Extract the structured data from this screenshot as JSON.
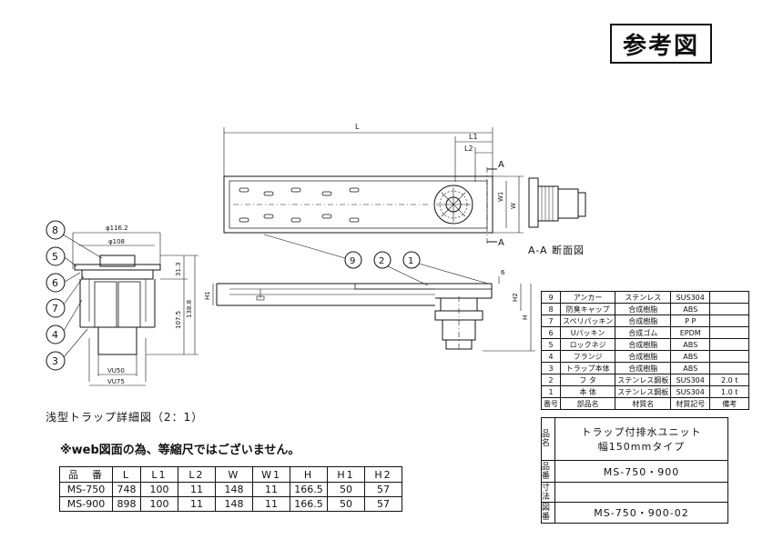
{
  "header": {
    "ref_label": "参考図"
  },
  "section": {
    "label": "A-A 断面図",
    "marker": "A"
  },
  "dims": {
    "L": "L",
    "L1": "L1",
    "L2": "L2",
    "W": "W",
    "W1": "W1",
    "H": "H",
    "H1": "H1",
    "H2": "H2",
    "six": "6",
    "d116": "φ116.2",
    "d108": "φ108",
    "v31": "31.3",
    "v107": "107.5",
    "v138": "138.8",
    "vu50": "VU50",
    "vu75": "VU75"
  },
  "balloons": [
    "9",
    "2",
    "1",
    "8",
    "5",
    "6",
    "7",
    "4",
    "3"
  ],
  "trap": {
    "caption": "浅型トラップ詳細図（2：1）"
  },
  "note": "※web図面の為、等縮尺ではございません。",
  "spec_table": {
    "headers": [
      "品　番",
      "L",
      "L1",
      "L2",
      "W",
      "W1",
      "H",
      "H1",
      "H2"
    ],
    "rows": [
      [
        "MS-750",
        "748",
        "100",
        "11",
        "148",
        "11",
        "166.5",
        "50",
        "57"
      ],
      [
        "MS-900",
        "898",
        "100",
        "11",
        "148",
        "11",
        "166.5",
        "50",
        "57"
      ]
    ]
  },
  "parts_table": {
    "rows": [
      [
        "9",
        "アンカー",
        "ステンレス",
        "SUS304",
        ""
      ],
      [
        "8",
        "防臭キャップ",
        "合成樹脂",
        "ABS",
        ""
      ],
      [
        "7",
        "スペリパッキン",
        "合成樹脂",
        "P P",
        ""
      ],
      [
        "6",
        "Uパッキン",
        "合成ゴム",
        "EPDM",
        ""
      ],
      [
        "5",
        "ロックネジ",
        "合成樹脂",
        "ABS",
        ""
      ],
      [
        "4",
        "フランジ",
        "合成樹脂",
        "ABS",
        ""
      ],
      [
        "3",
        "トラップ本体",
        "合成樹脂",
        "ABS",
        ""
      ],
      [
        "2",
        "フ タ",
        "ステンレス鋼板",
        "SUS304",
        "2.0 t"
      ],
      [
        "1",
        "本 体",
        "ステンレス鋼板",
        "SUS304",
        "1.0 t"
      ],
      [
        "番号",
        "部品名",
        "材質名",
        "材質記号",
        "備考"
      ]
    ]
  },
  "title_block": {
    "name_key": "品名",
    "name_line1": "トラップ付排水ユニット",
    "name_line2": "幅150mmタイプ",
    "number_key": "品番",
    "number_value": "MS-750・900",
    "dim_key": "寸法",
    "dim_value": "",
    "drawing_key": "図番",
    "drawing_value": "MS-750・900-02"
  }
}
